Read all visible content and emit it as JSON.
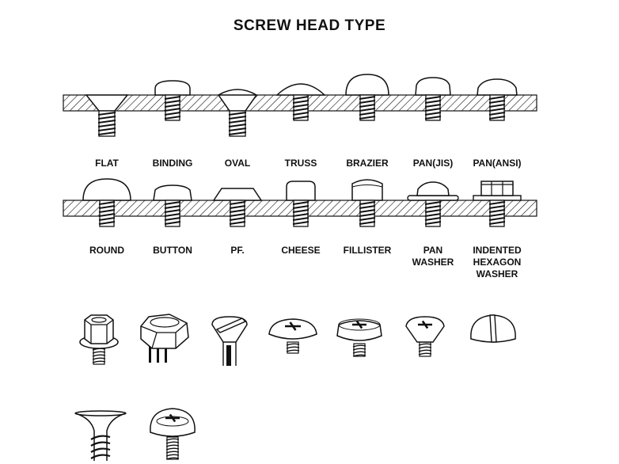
{
  "title": "SCREW HEAD TYPE",
  "row1_labels": [
    "FLAT",
    "BINDING",
    "OVAL",
    "TRUSS",
    "BRAZIER",
    "PAN(JIS)",
    "PAN(ANSI)"
  ],
  "row2_labels": [
    "ROUND",
    "BUTTON",
    "PF.",
    "CHEESE",
    "FILLISTER",
    "PAN\nWASHER",
    "INDENTED\nHEXAGON\nWASHER"
  ],
  "row3_icons": [
    "hex-washer-head-screw-icon",
    "hex-head-bolt-icon",
    "slotted-oval-head-screw-icon",
    "phillips-truss-head-screw-icon",
    "phillips-pan-head-screw-icon",
    "phillips-oval-head-screw-icon",
    "slotted-round-head-screw-icon"
  ],
  "row4_icons": [
    "flat-countersunk-screw-icon",
    "phillips-round-head-screw-icon"
  ],
  "colors": {
    "ink": "#111111",
    "paper": "#ffffff"
  }
}
